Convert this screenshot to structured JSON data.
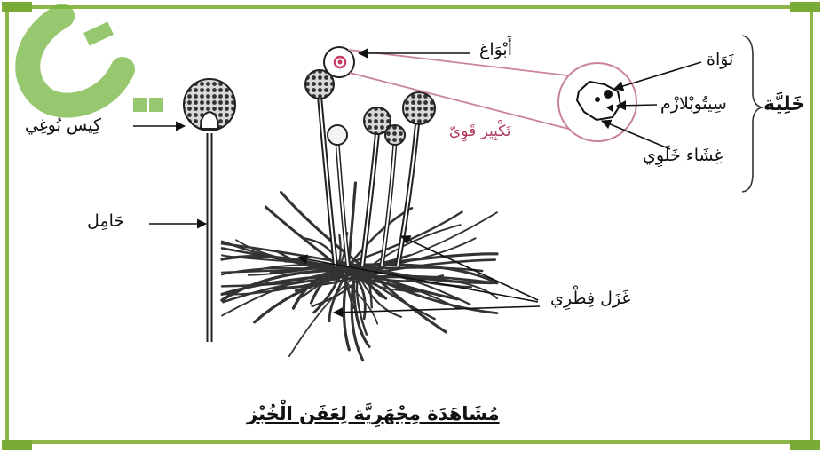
{
  "labels": {
    "spores": "أَبْوَاغ",
    "sporangium": "كِيس بُوغِي",
    "stalk": "حَامِل",
    "hyphae": "غَزَل فِطْرِي",
    "nucleus": "نَوَاة",
    "cytoplasm": "سِيتُوبْلازْم",
    "cell_membrane": "غِشَاء خَلَوِي",
    "cell_group": "خَلِيَّة",
    "magnification": "تَكْبِير قَوِيّ"
  },
  "caption": "مُشَاهَدَة مِجْهَرِيَّة لِعَفَن الْخُبْز",
  "colors": {
    "frame": "#8db848",
    "frame_corners": "#7aab36",
    "logo": "#74b640",
    "zoom_lines": "#c9839a",
    "magnification_text": "#b03a5b",
    "ink": "#111111"
  }
}
